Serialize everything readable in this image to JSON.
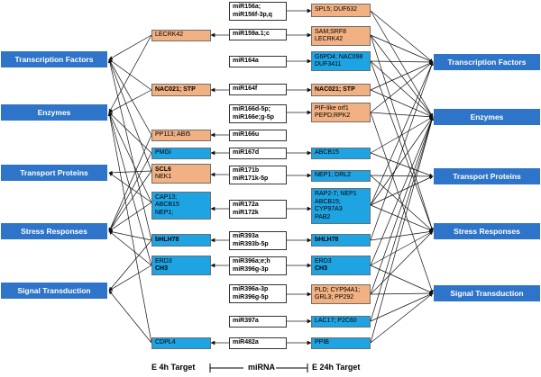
{
  "categories_left": [
    "Transcription Factors",
    "Enzymes",
    "Transport Proteins",
    "Stress Responses",
    "Signal Transduction"
  ],
  "categories_right": [
    "Transcription Factors",
    "Enzymes",
    "Transport Proteins",
    "Stress Responses",
    "Signal Transduction"
  ],
  "mirna": [
    [
      "miR156a;",
      "miR156f-3p,q"
    ],
    [
      "miR159a.1;c"
    ],
    [
      "miR164a"
    ],
    [
      "miR164f"
    ],
    [
      "miR166d-5p;",
      "miR166e;g-5p"
    ],
    [
      "miR166u"
    ],
    [
      "miR167d"
    ],
    [
      "miR171b",
      "miR171k-5p"
    ],
    [
      "miR172a",
      "miR172k"
    ],
    [
      "miR393a",
      "miR393b-5p"
    ],
    [
      "miR396a;e;h",
      "miR396g-3p"
    ],
    [
      "miR396a-3p",
      "miR396g-5p"
    ],
    [
      "miR397a"
    ],
    [
      "miR482a"
    ]
  ],
  "targets_4h": {
    "lecrk42": [
      "LECRK42"
    ],
    "nac021": [
      "NAC021; STP"
    ],
    "pp113": [
      "PP113; ABI5"
    ],
    "pmgi": [
      "PMGI"
    ],
    "scl6": [
      "SCL6",
      "NEK1"
    ],
    "cap13": [
      "CAP13;",
      "ABCB15",
      "NEP1;"
    ],
    "bhlh78": [
      "bHLH78"
    ],
    "erd3": [
      "ERD3",
      "CH3"
    ],
    "cdpl4": [
      "CDPL4"
    ]
  },
  "targets_24h": {
    "spl5": [
      "SPL5; DUF632"
    ],
    "sam": [
      "SAM;SRF8",
      "LECRK42"
    ],
    "g6pd4": [
      "G6PD4; NAC098",
      "DUF3411"
    ],
    "nac021": [
      "NAC021; STP"
    ],
    "pif": [
      "PIF-like orf1",
      "PEPD;RPK2"
    ],
    "abcb15": [
      "ABCB15"
    ],
    "nep1": [
      "NEP1; DRL2"
    ],
    "rap2": [
      "RAP2-7; NEP1",
      "ABCB15;",
      "CYP97A3",
      "PAB2"
    ],
    "bhlh78": [
      "bHLH78"
    ],
    "erd3": [
      "ERD3",
      "CH3"
    ],
    "pld": [
      "PLD; CYP94A1;",
      "GRL3; PP292"
    ],
    "lac17": [
      "LAC17; P2C60"
    ],
    "ppib": [
      "PPIB"
    ]
  },
  "footer": {
    "left": "E 4h Target",
    "center": "miRNA",
    "right": "E 24h Target"
  },
  "colors": {
    "category": "#2e74c8",
    "target_orange": "#f2b183",
    "target_blue": "#1ea4e3"
  }
}
